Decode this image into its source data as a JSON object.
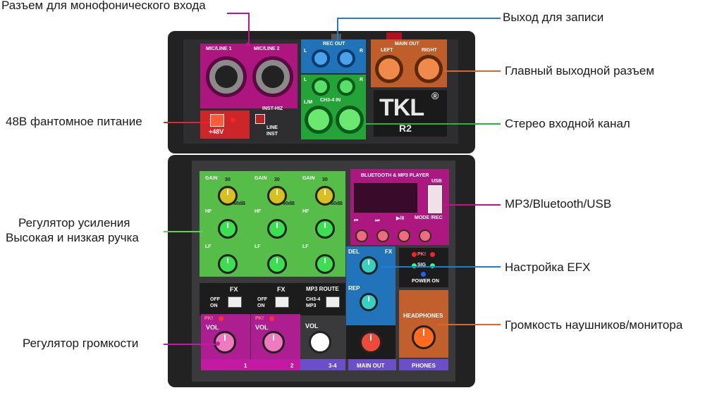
{
  "callouts": {
    "mono_input": "Разъем для монофонического входа",
    "phantom": "48В фантомное питание",
    "gain": "Регулятор усиления",
    "hi_lo": "Высокая и низкая ручка",
    "volume": "Регулятор громкости",
    "rec_out": "Выход для записи",
    "main_out": "Главный выходной разъем",
    "stereo_in": "Стерео входной канал",
    "mp3": "MP3/Bluetooth/USB",
    "efx": "Настройка EFX",
    "headphones": "Громкость наушников/монитора"
  },
  "device": {
    "brand": "TKL",
    "registered": "®",
    "model": "R2",
    "mic_line_1": "MIC/LINE 1",
    "mic_line_2": "MIC/LINE 2",
    "inst_hiz": "INST-HIZ",
    "line": "LINE",
    "inst": "INST",
    "phantom_btn": "+48V",
    "rec_out": "REC OUT",
    "l": "L",
    "r": "R",
    "ch34_in": "CH3-4 IN",
    "lm": "L/M",
    "main_out": "MAIN OUT",
    "left": "LEFT",
    "right": "RIGHT",
    "gain": "GAIN",
    "hf": "HF",
    "lf": "LF",
    "db30": "30",
    "db60": "60dB",
    "fx": "FX",
    "off": "OFF",
    "on": "ON",
    "mp3_route": "MP3 ROUTE",
    "ch34": "CH3-4",
    "mp3": "MP3",
    "bt_player": "BLUETOOTH & MP3 PLAYER",
    "usb": "USB",
    "mode_rec": "MODE /REC",
    "prev": "⏮",
    "next": "⏭",
    "play": "▶/II",
    "del": "DEL",
    "rep": "REP",
    "pk": "PK!",
    "sig": "SIG",
    "power_on": "POWER ON",
    "headphones": "HEADPHONES",
    "vol": "VOL",
    "ch1": "1",
    "ch2": "2",
    "ch34_label": "3-4",
    "main_out_bottom": "MAIN OUT",
    "phones": "PHONES"
  },
  "colors": {
    "magenta": "#c2128c",
    "red": "#e8242a",
    "blue": "#1e7fd0",
    "green": "#22b83a",
    "orange": "#d9662a",
    "light_green": "#5cd64a",
    "purple": "#c21aa0",
    "lavender": "#6a4fc9"
  }
}
